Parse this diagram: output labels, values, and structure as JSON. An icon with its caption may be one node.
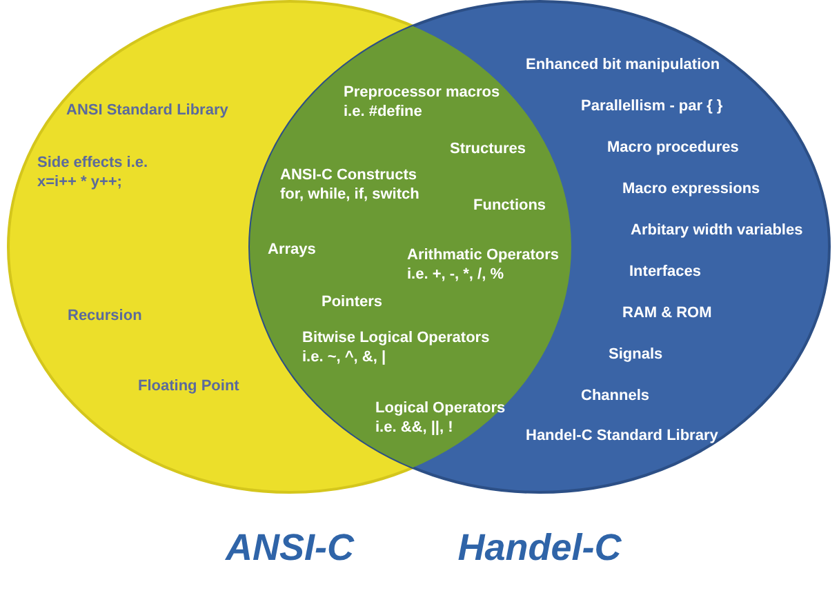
{
  "diagram": {
    "nodes": [
      {
        "text": [
          "ANSI-C"
        ]
      },
      {
        "text": [
          "Handel-C"
        ]
      }
    ],
    "labels": [
      "ANSI Standard Library",
      "Side effects i.e. x=i++ * y++;",
      "Recursion",
      "Floating Point",
      "Preprocessor macros i.e. #define",
      "Structures",
      "ANSI-C Constructs for, while, if, switch",
      "Functions",
      "Arrays",
      "Arithmatic Operators i.e. +, -, *, /, %",
      "Pointers",
      "Bitwise Logical Operators i.e. ~, ^, &, |",
      "Logical Operators i.e. &&, ||, !",
      "Enhanced bit manipulation",
      "Parallellism - par { }",
      "Macro procedures",
      "Macro expressions",
      "Arbitary width variables",
      "Interfaces",
      "RAM & ROM",
      "Signals",
      "Channels",
      "Handel-C Standard Library"
    ]
  }
}
